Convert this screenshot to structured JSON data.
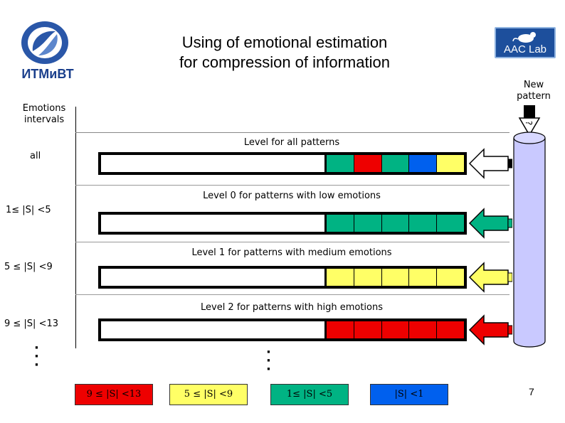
{
  "header": {
    "title_line1": "Using of emotional estimation",
    "title_line2": "for compression of information",
    "logo_left_text": "ИТМиВТ",
    "logo_right_text": "AAC Lab"
  },
  "labels": {
    "emotions_intervals_line1": "Emotions",
    "emotions_intervals_line2": "intervals",
    "new_pattern_line1": "New",
    "new_pattern_line2": "pattern",
    "question_mark": "?"
  },
  "rows": [
    {
      "interval": "all",
      "level_label": "Level for all patterns",
      "cells": [
        "#00b383",
        "#ee0000",
        "#00b383",
        "#0060ee",
        "#ffff66"
      ],
      "arrow_color": "#ffffff"
    },
    {
      "interval": "1≤ |S| <5",
      "level_label": "Level 0 for patterns with low emotions",
      "cells": [
        "#00b383",
        "#00b383",
        "#00b383",
        "#00b383",
        "#00b383"
      ],
      "arrow_color": "#00b383"
    },
    {
      "interval": "5 ≤ |S| <9",
      "level_label": "Level 1 for patterns with medium emotions",
      "cells": [
        "#ffff66",
        "#ffff66",
        "#ffff66",
        "#ffff66",
        "#ffff66"
      ],
      "arrow_color": "#ffff66"
    },
    {
      "interval": "9 ≤ |S| <13",
      "level_label": "Level 2 for patterns with high emotions",
      "cells": [
        "#ee0000",
        "#ee0000",
        "#ee0000",
        "#ee0000",
        "#ee0000"
      ],
      "arrow_color": "#ee0000"
    }
  ],
  "legend": [
    {
      "label": "9 ≤ |S| <13",
      "color": "#ee0000"
    },
    {
      "label": "5 ≤ |S| <9",
      "color": "#ffff66"
    },
    {
      "label": "1≤ |S| <5",
      "color": "#00b383"
    },
    {
      "label": "|S| <1",
      "color": "#0060ee"
    }
  ],
  "page_number": "7",
  "colors": {
    "cylinder": "#c9c9ff",
    "logo_blue": "#1a3f8c"
  }
}
